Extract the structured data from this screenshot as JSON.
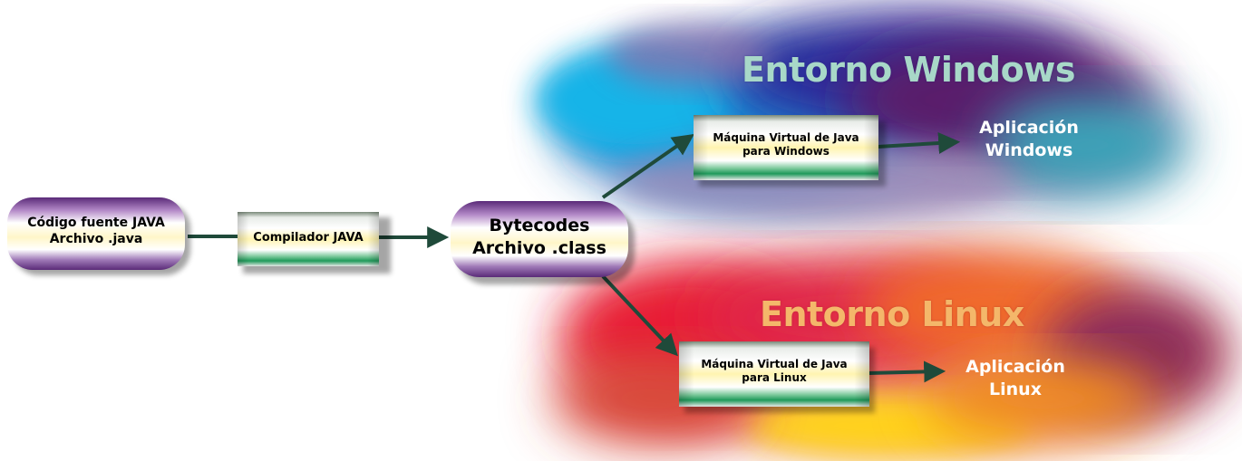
{
  "diagram": {
    "source_box": {
      "line1": "Código fuente JAVA",
      "line2": "Archivo .java"
    },
    "compiler_box": {
      "label": "Compilador JAVA"
    },
    "bytecode_box": {
      "line1": "Bytecodes",
      "line2": "Archivo .class"
    },
    "windows_env": {
      "title": "Entorno Windows",
      "vm": {
        "line1": "Máquina Virtual de Java",
        "line2": "para Windows"
      },
      "app": {
        "line1": "Aplicación",
        "line2": "Windows"
      }
    },
    "linux_env": {
      "title": "Entorno Linux",
      "vm": {
        "line1": "Máquina Virtual de Java",
        "line2": "para Linux"
      },
      "app": {
        "line1": "Aplicación",
        "line2": "Linux"
      }
    },
    "colors": {
      "arrow": "#1f4a3a",
      "windows_title": "#a8d8c8",
      "linux_title": "#f4b76a",
      "pill_purple": "#6a3a82",
      "box_green": "#1f9a5a"
    }
  }
}
